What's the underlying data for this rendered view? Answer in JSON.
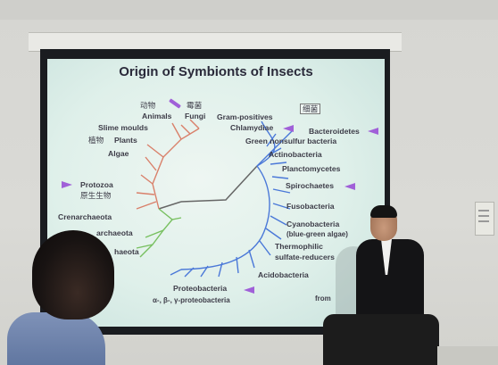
{
  "slide": {
    "title": "Origin of Symbionts of Insects",
    "left_labels": {
      "animals_cn": "动物",
      "animals": "Animals",
      "fungi_cn": "霉菌",
      "fungi": "Fungi",
      "slime": "Slime moulds",
      "plants_cn": "植物",
      "plants": "Plants",
      "algae": "Algae",
      "protozoa": "Protozoa",
      "protozoa_cn": "原生生物",
      "crenarchaeota": "Crenarchaeota",
      "euryarchaeota_partial": "archaeota",
      "korarchaeota_partial": "haeota"
    },
    "right_labels": {
      "bacteria_cn": "细菌",
      "gram": "Gram-positives",
      "chlamydiae": "Chlamydiae",
      "bacteroidetes": "Bacteroidetes",
      "green_nonsulfur": "Green nonsulfur bacteria",
      "actinobacteria": "Actinobacteria",
      "planctomycetes": "Planctomycetes",
      "spirochaetes": "Spirochaetes",
      "fusobacteria": "Fusobacteria",
      "cyanobacteria": "Cyanobacteria",
      "cyanobacteria_note": "(blue-green algae)",
      "thermophilic": "Thermophilic",
      "sulfate": "sulfate-reducers",
      "acidobacteria": "Acidobacteria",
      "proteobacteria": "Proteobacteria",
      "proteo_sub": "α-, β-, γ-proteobacteria",
      "from": "from"
    },
    "colors": {
      "eukaryote_branch": "#d9806a",
      "archaea_branch": "#78c060",
      "bacteria_branch": "#4a78d8",
      "trunk": "#666666",
      "arrow": "#a060d8"
    }
  },
  "scene": {
    "elements": [
      "projector-screen",
      "speaker",
      "audience-member",
      "chair",
      "wall-outlet"
    ]
  }
}
